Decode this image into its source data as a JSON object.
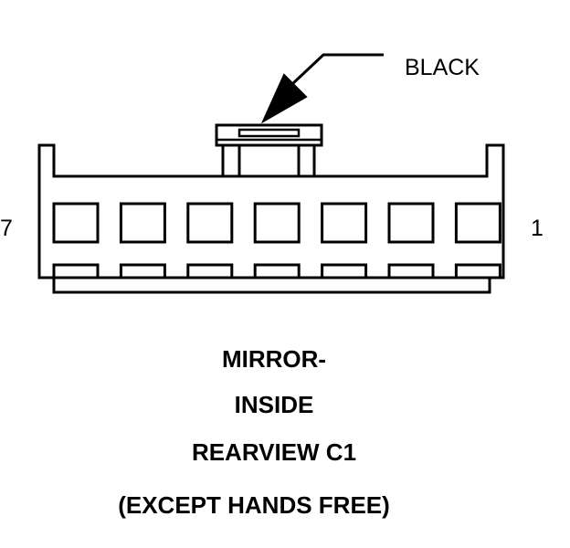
{
  "connector": {
    "color_label": "BLACK",
    "pin_left_label": "7",
    "pin_right_label": "1",
    "pin_count": 7
  },
  "title": {
    "line1": "MIRROR-",
    "line2": "INSIDE",
    "line3": "REARVIEW C1",
    "line4": "(EXCEPT HANDS FREE)"
  },
  "colors": {
    "stroke": "#000000",
    "background": "#ffffff"
  }
}
